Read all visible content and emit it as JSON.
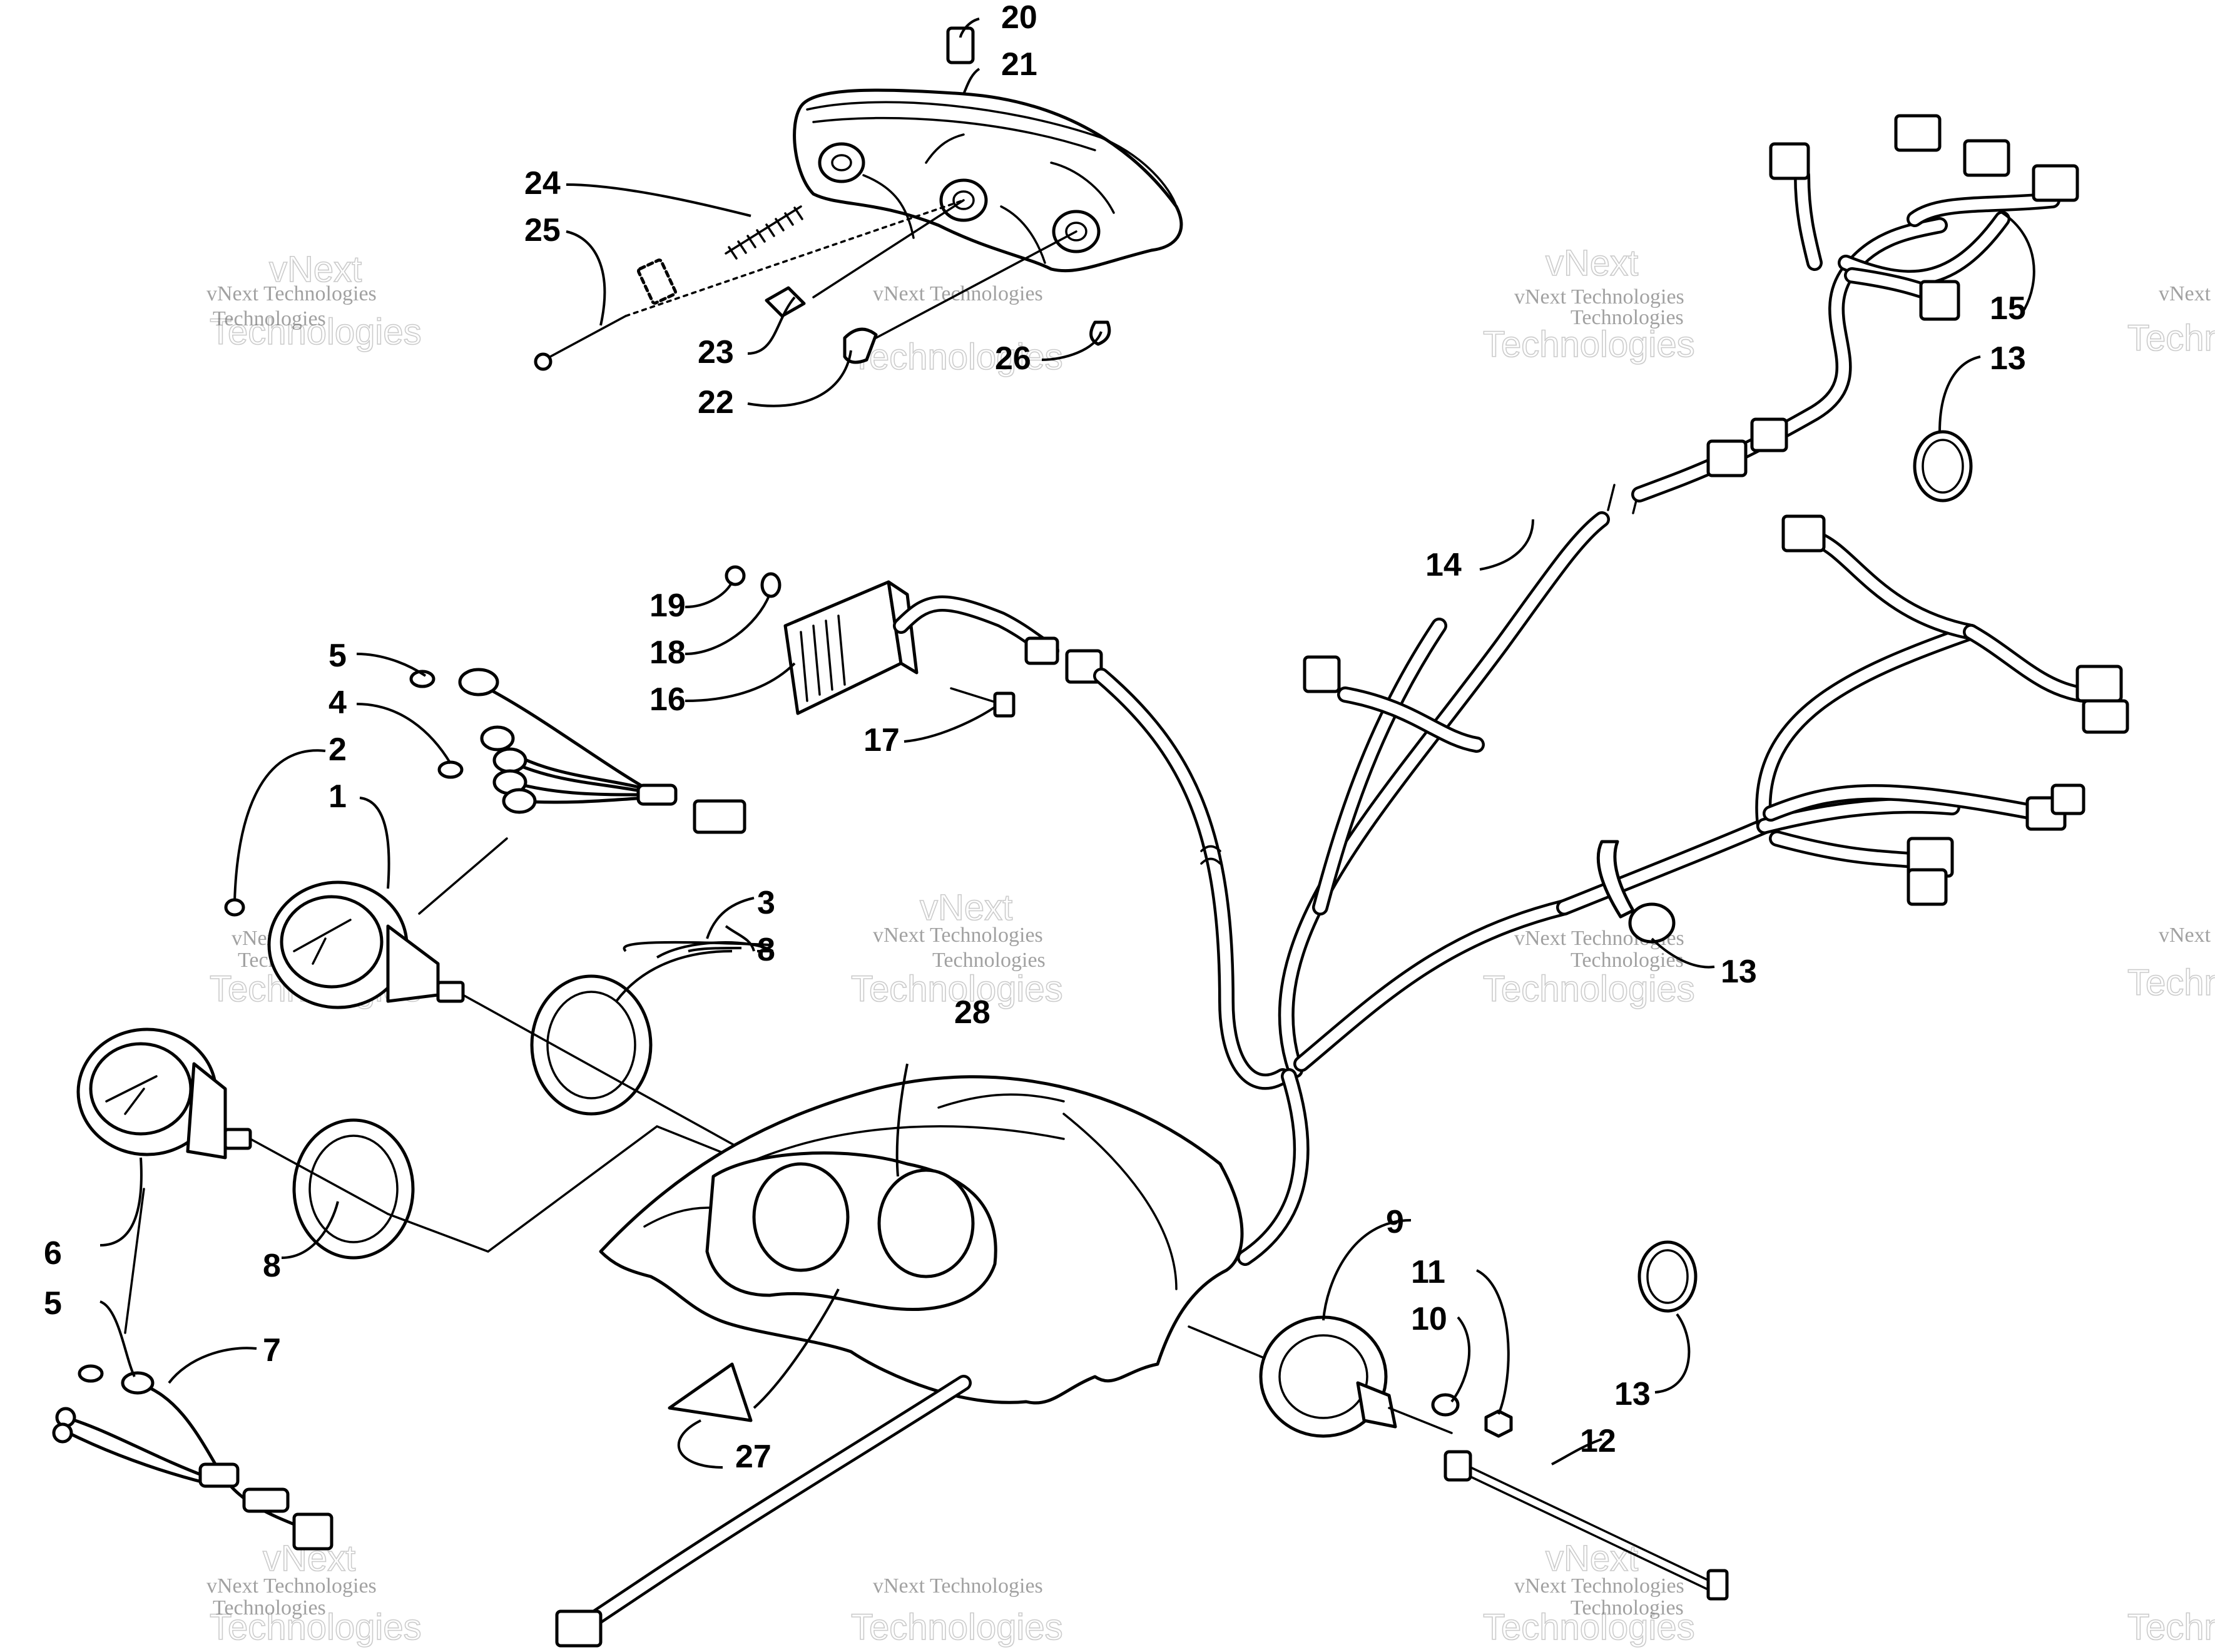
{
  "watermark": {
    "line1": "vNext Technologies",
    "line2": "Technologies",
    "line3": "vNext"
  },
  "callouts": [
    "1",
    "2",
    "3",
    "4",
    "5",
    "5",
    "6",
    "7",
    "8",
    "8",
    "9",
    "10",
    "11",
    "12",
    "13",
    "13",
    "13",
    "14",
    "15",
    "16",
    "17",
    "18",
    "19",
    "20",
    "21",
    "22",
    "23",
    "24",
    "25",
    "26",
    "27",
    "28"
  ],
  "colors": {
    "ink": "#000000",
    "paper": "#ffffff",
    "watermark": "#9a9a9a"
  }
}
